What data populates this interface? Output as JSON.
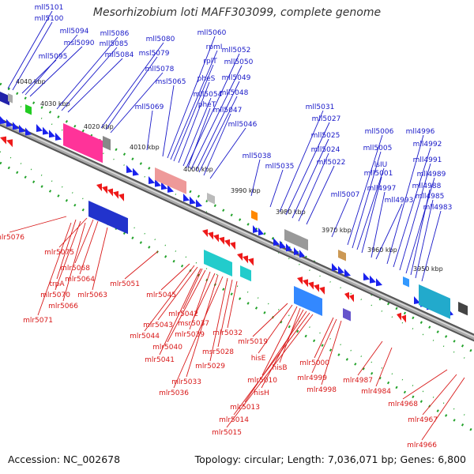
{
  "title": "Mesorhizobium loti MAFF303099, complete genome",
  "footer": {
    "accession": "Accession: NC_002678",
    "summary": "Topology: circular; Length: 7,036,071 bp; Genes: 6,800"
  },
  "colors": {
    "forward_label": "#1818c8",
    "reverse_label": "#d81818",
    "forward_arrow": "#1a22ee",
    "reverse_arrow": "#ee1a1a",
    "backbone": "#8a8a8a",
    "tick": "#22a22a"
  },
  "scale_labels": [
    "4040 kbp",
    "4030 kbp",
    "4020 kbp",
    "4010 kbp",
    "4000 kbp",
    "3990 kbp",
    "3980 kbp",
    "3970 kbp",
    "3960 kbp",
    "3950 kbp"
  ],
  "forward_genes": [
    "mll5101",
    "mll5100",
    "mll5094",
    "msl5090",
    "mll5095",
    "mll5086",
    "mll5085",
    "mll5084",
    "mll5080",
    "msl5079",
    "mll5078",
    "mll5060",
    "rpmI",
    "rplT",
    "mll5052",
    "mll5050",
    "pheS",
    "mll5049",
    "msl5065",
    "mll5054",
    "mll5048",
    "pheT",
    "mll5047",
    "mll5069",
    "mll5046",
    "mll5038",
    "mll5035",
    "mll5031",
    "mll5027",
    "mll5025",
    "mll5024",
    "mll5022",
    "mll5007",
    "mll5006",
    "mll5005",
    "lsIU",
    "mll5001",
    "mll4997",
    "mll4993",
    "mll4996",
    "mll4992",
    "mll4991",
    "mll4989",
    "mll4988",
    "mll4985",
    "mll4983"
  ],
  "reverse_genes": [
    "mlr5076",
    "mlr5075",
    "mlr5068",
    "mlr5064",
    "trpA",
    "mlr5070",
    "mlr5066",
    "mlr5063",
    "mlr5071",
    "mlr5051",
    "mlr5045",
    "mlr5042",
    "mlr5043",
    "msr5037",
    "mlr5044",
    "mlr5039",
    "mlr5040",
    "mlr5041",
    "mlr5032",
    "msr5028",
    "mlr5029",
    "mlr5033",
    "mlr5036",
    "mlr5019",
    "hisE",
    "hisB",
    "mlr5010",
    "hisH",
    "mlr5013",
    "mlr5014",
    "mlr5015",
    "mlr5000",
    "mlr4999",
    "mlr4998",
    "mlr4987",
    "mlr4984",
    "mlr4968",
    "mlr4967",
    "mlr4966"
  ]
}
